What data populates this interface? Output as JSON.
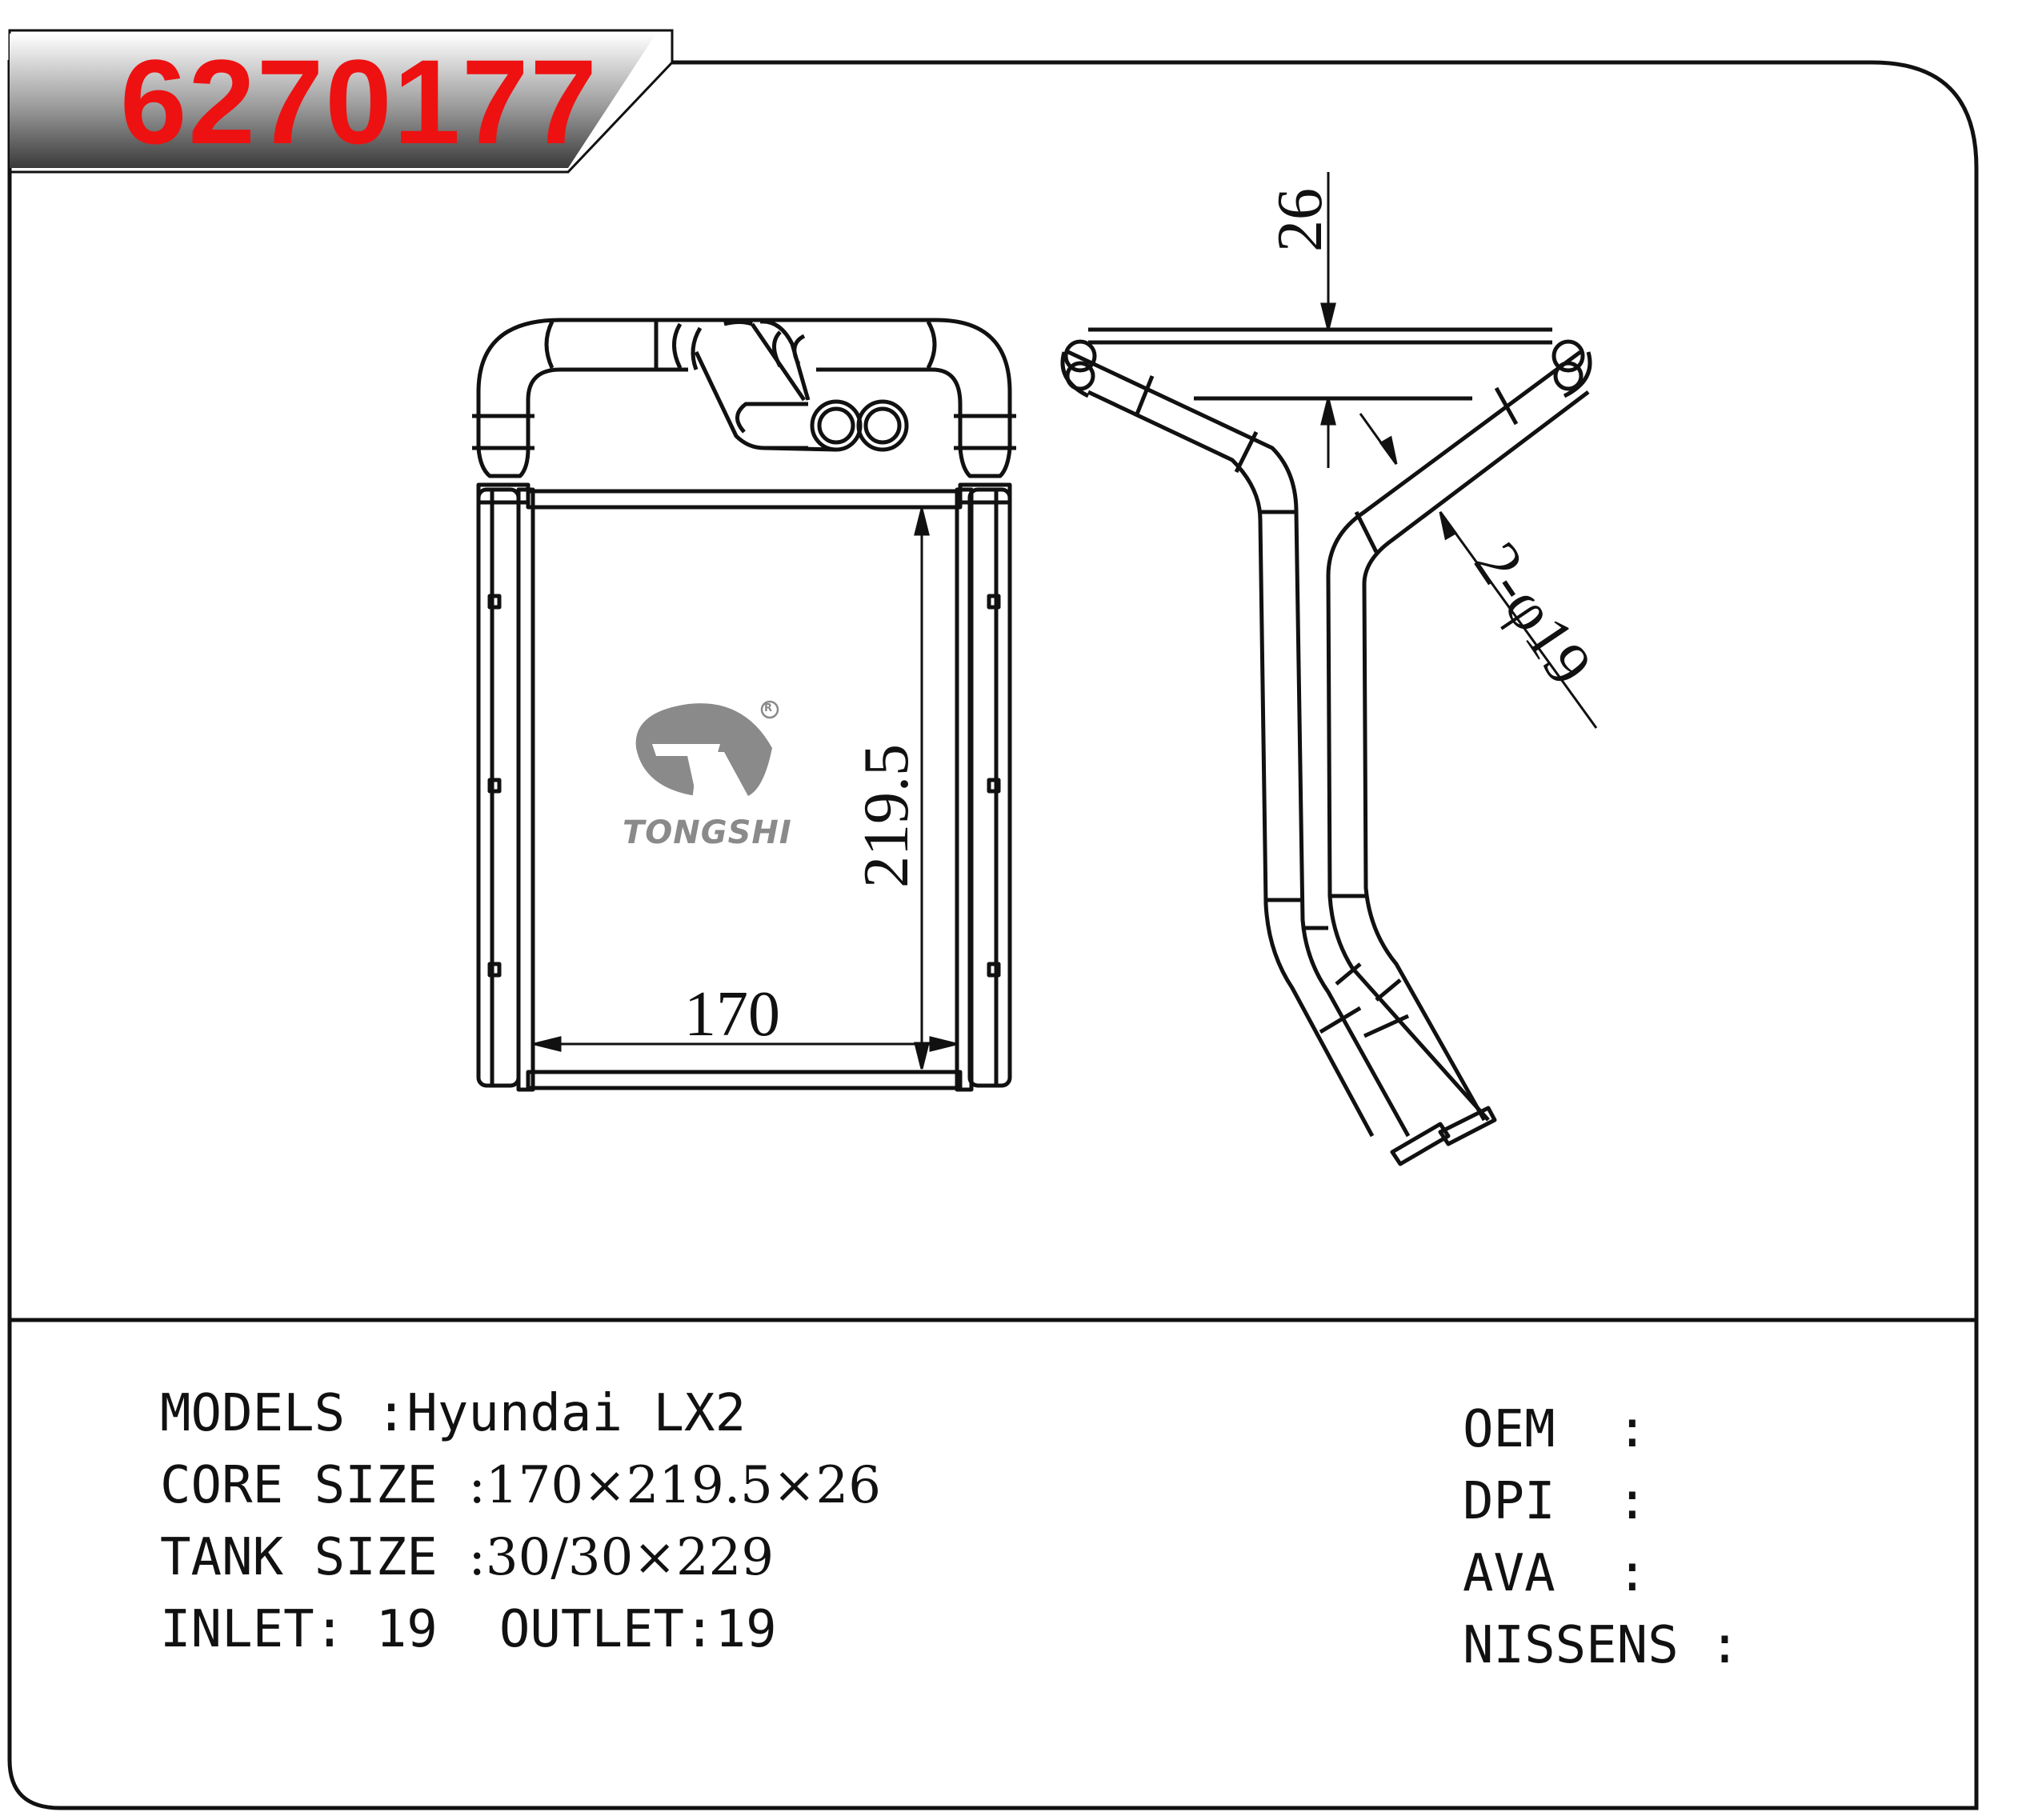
{
  "part_number": "6270177",
  "dimensions": {
    "width": "170",
    "height": "219.5",
    "depth": "26",
    "pipe": "2-φ19"
  },
  "logo": {
    "brand": "TONGSHI",
    "reg_mark": "R"
  },
  "specs_left": [
    {
      "label": "MODELS ",
      "value": ":Hyundai LX2"
    },
    {
      "label": "CORE SIZE ",
      "value": ":170×219.5×26"
    },
    {
      "label": "TANK SIZE ",
      "value": ":30/30×229"
    },
    {
      "label": "INLET: 19  OUTLET:19",
      "value": ""
    }
  ],
  "specs_right": [
    {
      "label": "OEM  :"
    },
    {
      "label": "DPI  :"
    },
    {
      "label": "AVA  :"
    },
    {
      "label": "NISSENS :"
    }
  ],
  "colors": {
    "part_number": "#ee1111",
    "banner": "#555555",
    "logo": "#8a8a8a"
  }
}
